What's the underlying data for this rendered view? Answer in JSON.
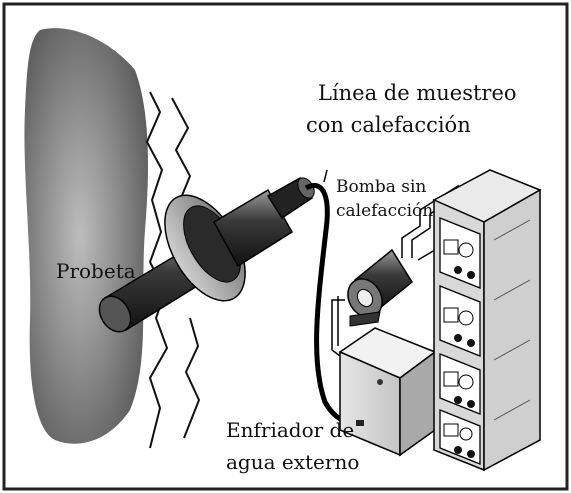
{
  "labels": {
    "line_l1": "Línea de muestreo",
    "line_l2": "con calefacción",
    "pump_l1": "Bomba sin",
    "pump_l2": "calefacción",
    "probe": "Probeta",
    "cooler_l1": "Enfriador de",
    "cooler_l2": "agua externo"
  }
}
